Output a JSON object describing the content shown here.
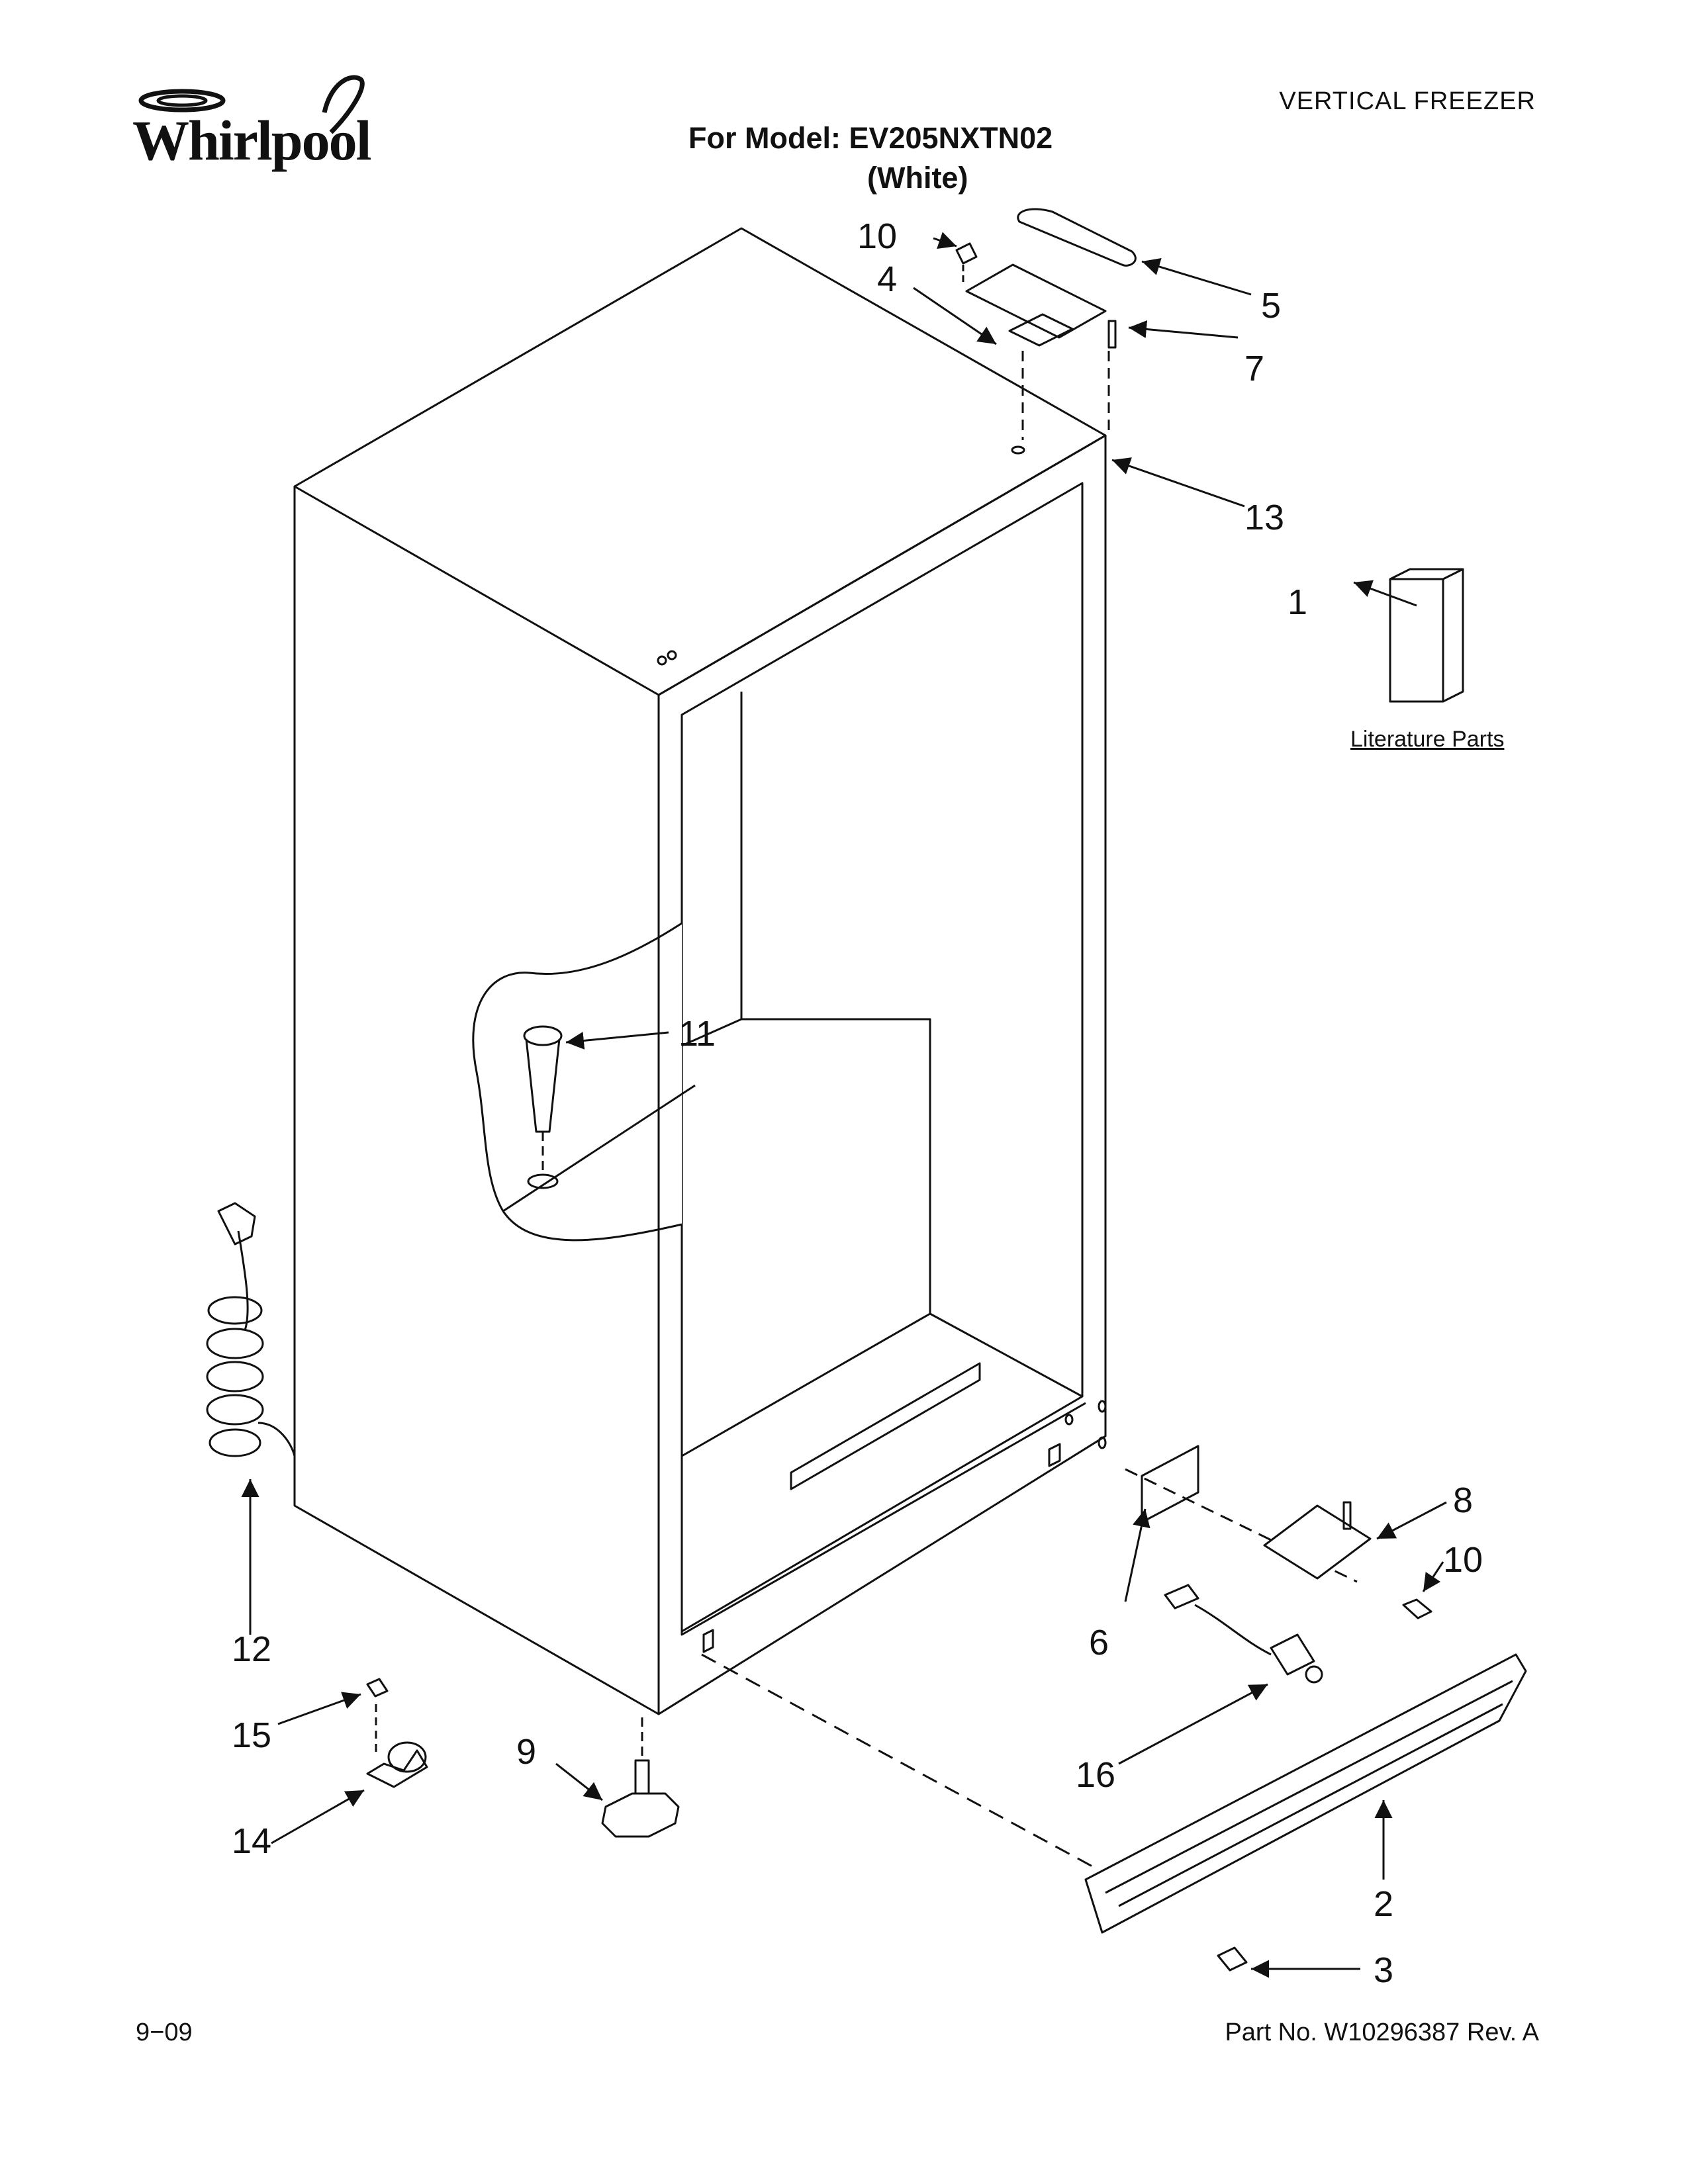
{
  "brand": "Whirlpool",
  "category": "VERTICAL FREEZER",
  "model_line": "For Model: EV205NXTN02",
  "color_line": "(White)",
  "literature_label": "Literature Parts",
  "footer": {
    "date": "9−09",
    "part_number": "Part No. W10296387 Rev. A"
  },
  "callouts": [
    "1",
    "2",
    "3",
    "4",
    "5",
    "6",
    "7",
    "8",
    "9",
    "10",
    "10",
    "11",
    "12",
    "13",
    "14",
    "15",
    "16"
  ],
  "colors": {
    "line": "#111111",
    "background": "#ffffff"
  }
}
